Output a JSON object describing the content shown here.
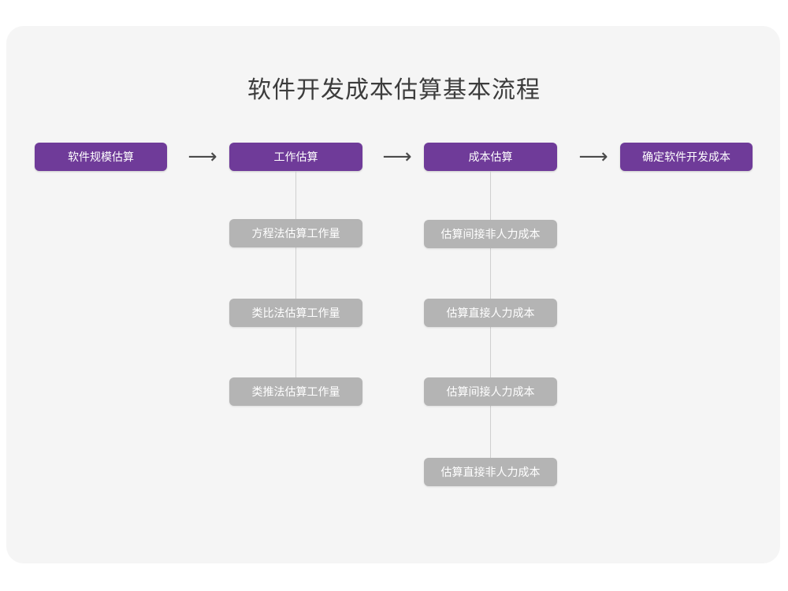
{
  "page": {
    "background": "#ffffff",
    "card_background": "#f5f5f5"
  },
  "colors": {
    "primary": "#6f3b99",
    "secondary": "#b4b4b4",
    "title_text": "#3c3c3c",
    "node_text": "#ffffff",
    "connector": "#cfcfcf",
    "arrow": "#4a4a4a"
  },
  "title": "软件开发成本估算基本流程",
  "arrows": {
    "glyph": "⟶",
    "label": "flow-arrow"
  },
  "flow": {
    "stages": [
      {
        "id": "stage-1",
        "label": "软件规模估算",
        "children": []
      },
      {
        "id": "stage-2",
        "label": "工作估算",
        "children": [
          "方程法估算工作量",
          "类比法估算工作量",
          "类推法估算工作量"
        ]
      },
      {
        "id": "stage-3",
        "label": "成本估算",
        "children": [
          "估算间接非人力成本",
          "估算直接人力成本",
          "估算间接人力成本",
          "估算直接非人力成本"
        ]
      },
      {
        "id": "stage-4",
        "label": "确定软件开发成本",
        "children": []
      }
    ]
  }
}
